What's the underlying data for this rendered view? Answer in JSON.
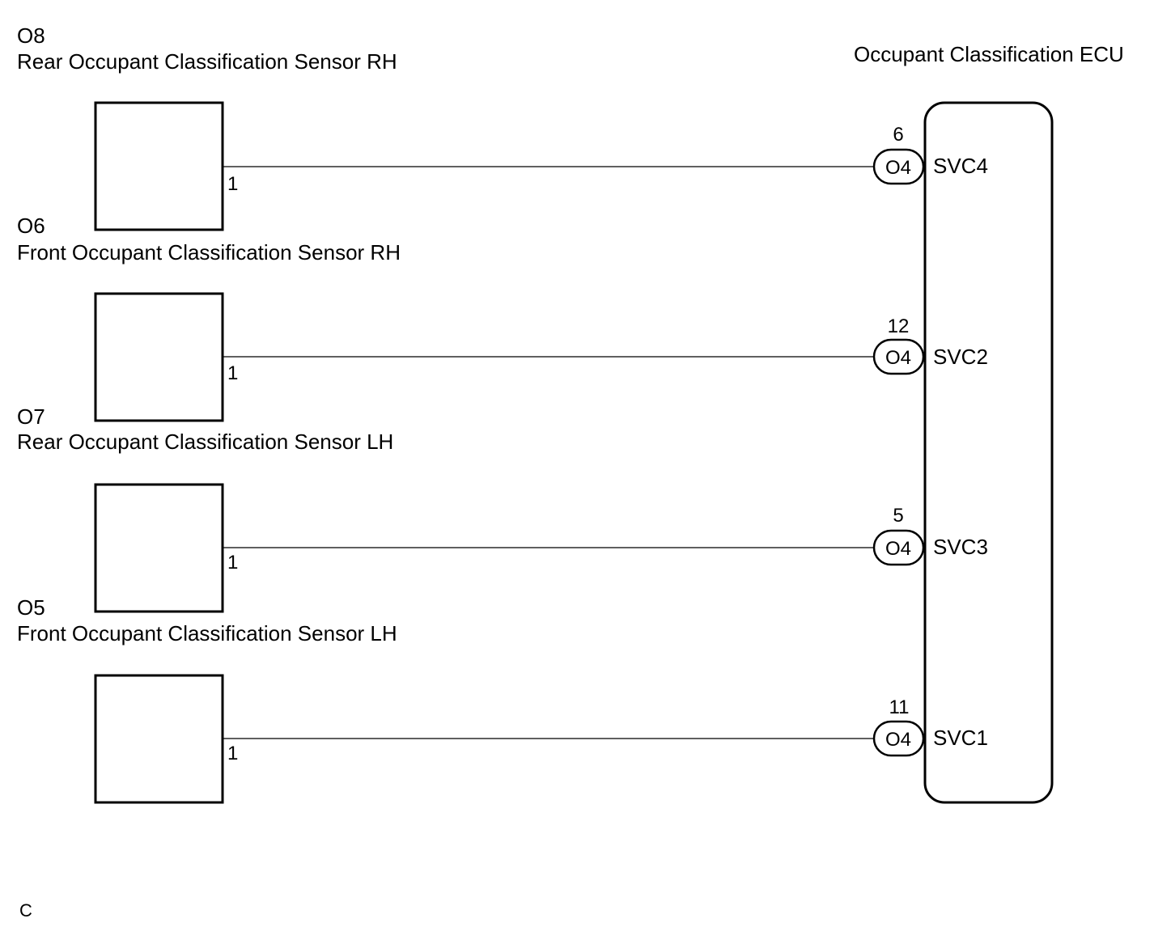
{
  "ecu": {
    "title": "Occupant Classification ECU"
  },
  "sensors": [
    {
      "code": "O8",
      "name": "Rear Occupant Classification Sensor RH",
      "pin": "1",
      "ecu_pin": "6",
      "connector": "O4",
      "signal": "SVC4"
    },
    {
      "code": "O6",
      "name": "Front Occupant Classification Sensor RH",
      "pin": "1",
      "ecu_pin": "12",
      "connector": "O4",
      "signal": "SVC2"
    },
    {
      "code": "O7",
      "name": "Rear Occupant Classification Sensor LH",
      "pin": "1",
      "ecu_pin": "5",
      "connector": "O4",
      "signal": "SVC3"
    },
    {
      "code": "O5",
      "name": "Front Occupant Classification Sensor LH",
      "pin": "1",
      "ecu_pin": "11",
      "connector": "O4",
      "signal": "SVC1"
    }
  ],
  "footer": {
    "mark": "C"
  }
}
